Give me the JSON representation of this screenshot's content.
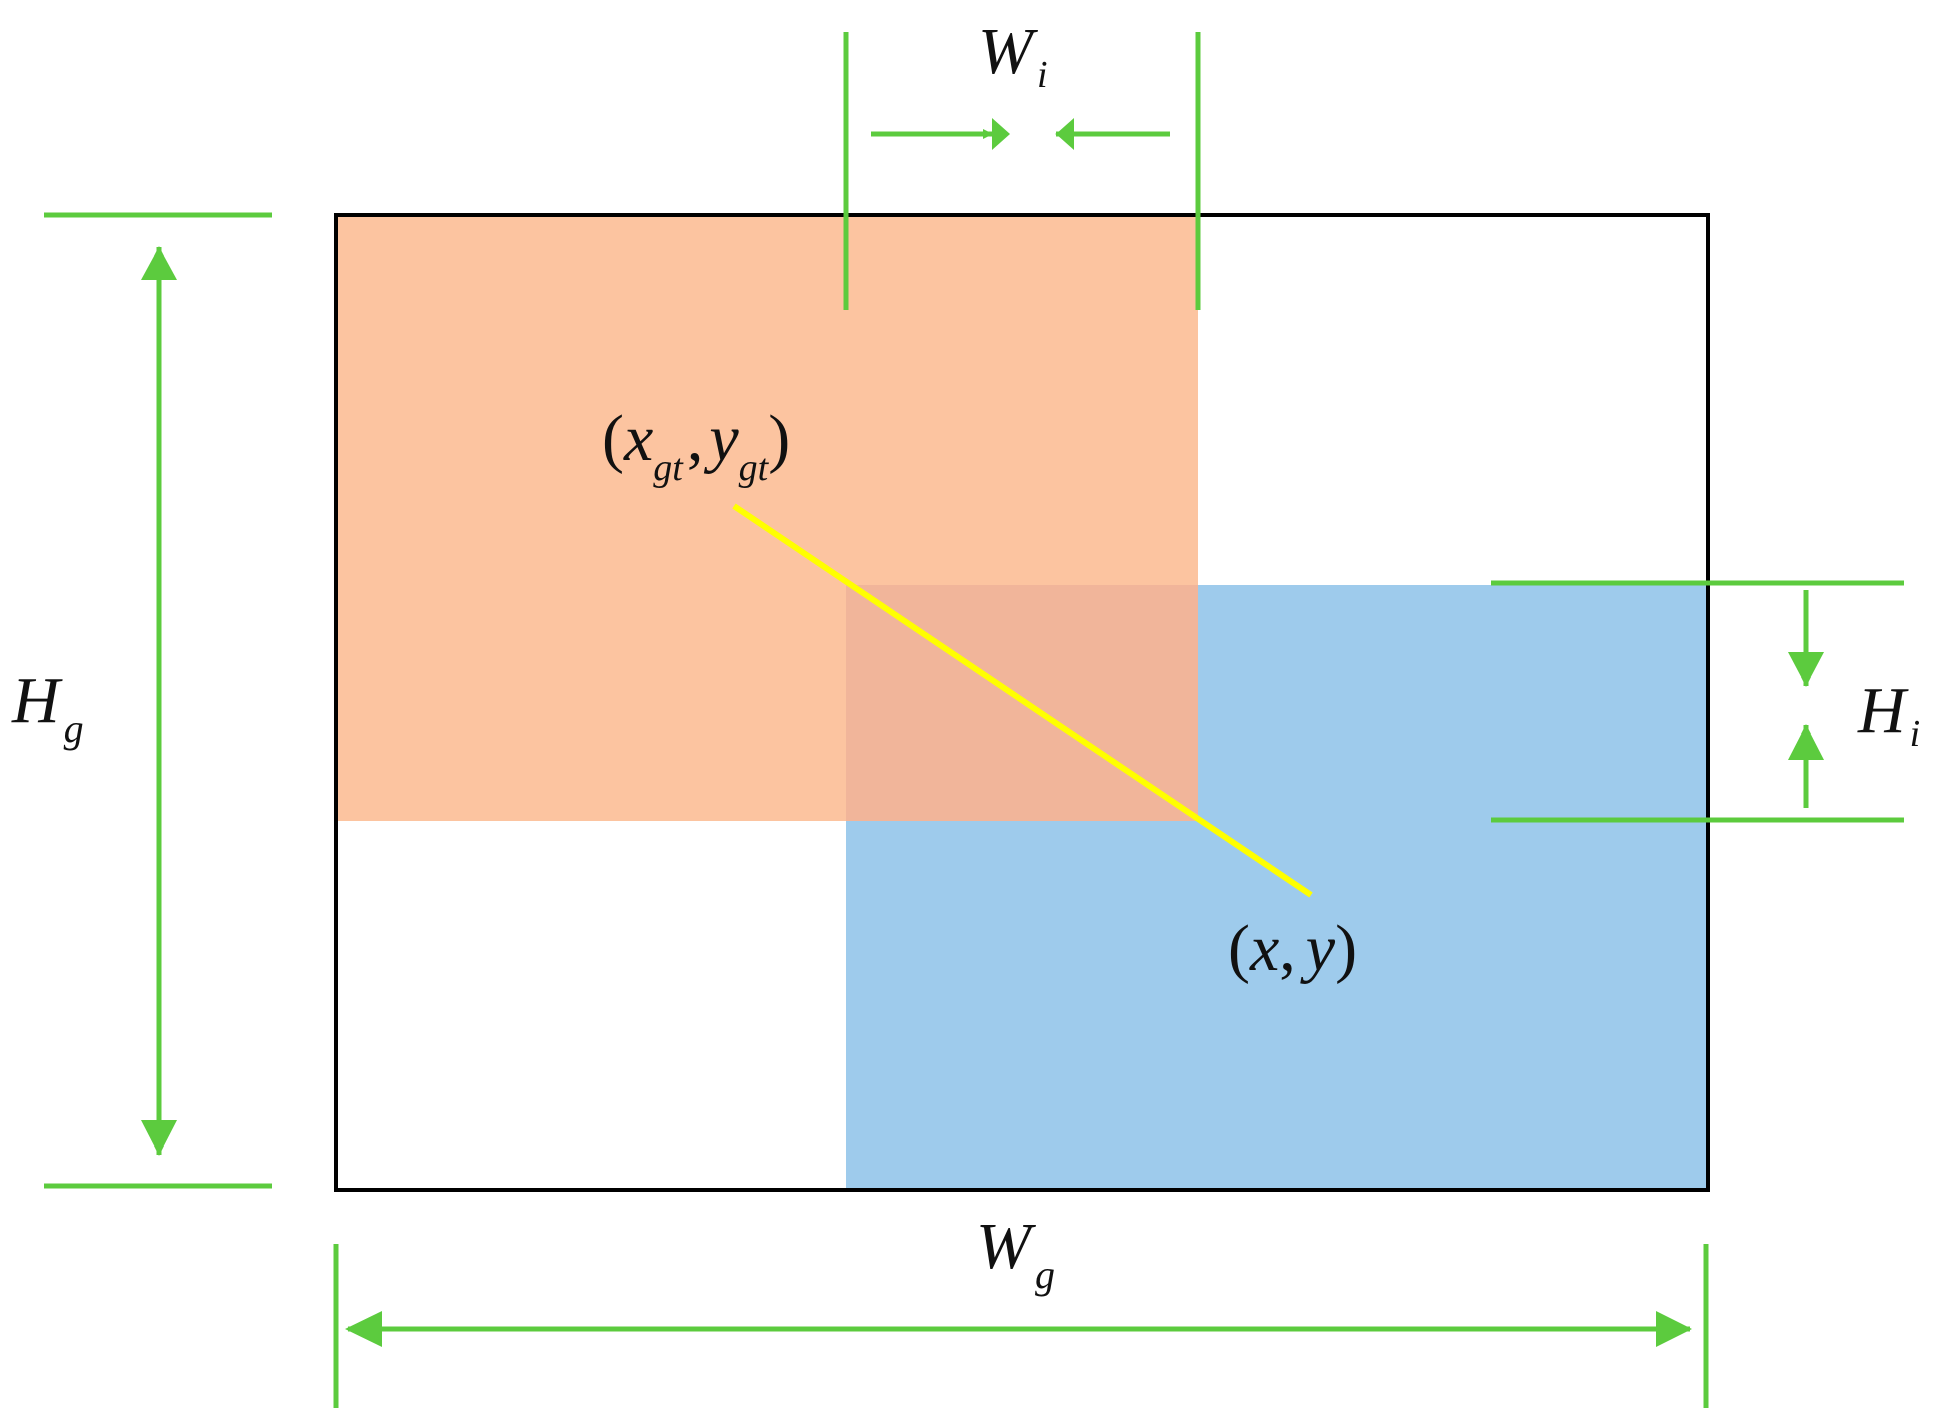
{
  "colors": {
    "ground_truth_box": "#fcc4a0",
    "predicted_box": "#9ecbec",
    "overlap": "#f1b59a",
    "dimension_lines": "#5ccb3e",
    "center_distance_line": "#ffff00",
    "outer_frame": "#000000"
  },
  "labels": {
    "wi": {
      "main": "W",
      "sub": "i"
    },
    "hi": {
      "main": "H",
      "sub": "i"
    },
    "hg": {
      "main": "H",
      "sub": "g"
    },
    "wg": {
      "main": "W",
      "sub": "g"
    },
    "gt_center": {
      "open": "(",
      "x": "x",
      "x_sub": "gt",
      "comma": ",",
      "y": "y",
      "y_sub": "gt",
      "close": ")"
    },
    "pred_center": {
      "open": "(",
      "x": "x",
      "comma": ",",
      "y": "y",
      "close": ")"
    }
  }
}
